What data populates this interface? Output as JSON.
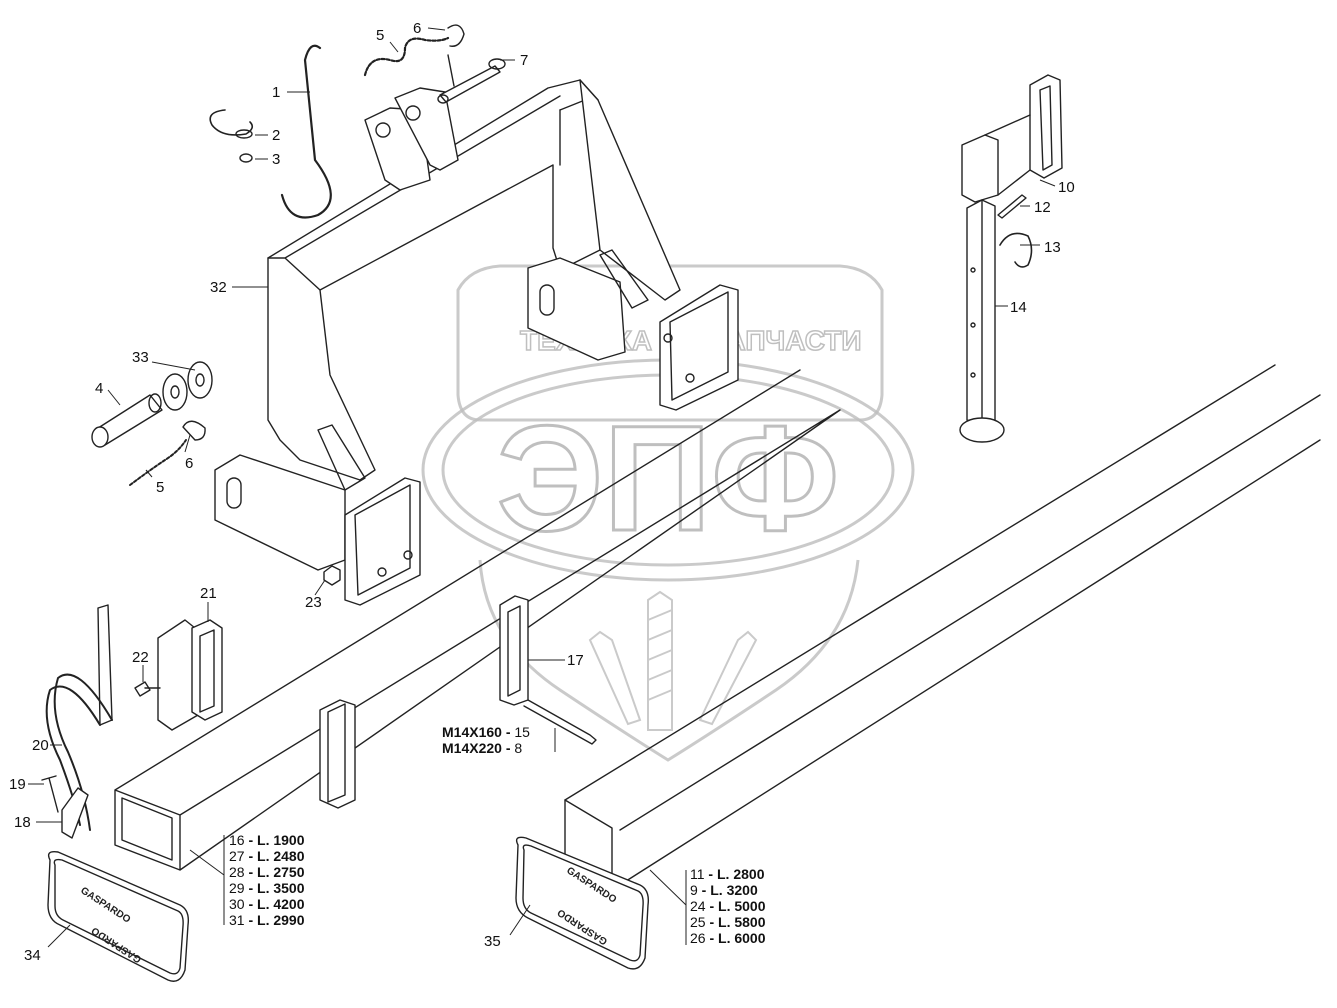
{
  "watermark": {
    "top_text_left": "ТЕХНИКА",
    "top_text_right": "ЗАПЧАСТИ",
    "big_text": "ЭПФ"
  },
  "plate_brand": "GASPARDO",
  "callouts": {
    "c1": "1",
    "c2": "2",
    "c3": "3",
    "c4": "4",
    "c5a": "5",
    "c5b": "5",
    "c6a": "6",
    "c6b": "6",
    "c7": "7",
    "c10": "10",
    "c12": "12",
    "c13": "13",
    "c14": "14",
    "c17": "17",
    "c18": "18",
    "c19": "19",
    "c20": "20",
    "c21": "21",
    "c22": "22",
    "c23": "23",
    "c32": "32",
    "c33": "33",
    "c34": "34",
    "c35": "35"
  },
  "bolt_specs": [
    {
      "size": "M14X160",
      "sep": " - ",
      "num": "15"
    },
    {
      "size": "M14X220",
      "sep": " - ",
      "num": "8"
    }
  ],
  "beam_lengths_left": [
    {
      "num": "16",
      "sep": " - ",
      "len": "L. 1900"
    },
    {
      "num": "27",
      "sep": " - ",
      "len": "L. 2480"
    },
    {
      "num": "28",
      "sep": " - ",
      "len": "L. 2750"
    },
    {
      "num": "29",
      "sep": " - ",
      "len": "L. 3500"
    },
    {
      "num": "30",
      "sep": " - ",
      "len": "L. 4200"
    },
    {
      "num": "31",
      "sep": " - ",
      "len": "L. 2990"
    }
  ],
  "beam_lengths_right": [
    {
      "num": "11",
      "sep": " - ",
      "len": "L. 2800"
    },
    {
      "num": "9",
      "sep": " - ",
      "len": "L. 3200"
    },
    {
      "num": "24",
      "sep": " - ",
      "len": "L. 5000"
    },
    {
      "num": "25",
      "sep": " - ",
      "len": "L. 5800"
    },
    {
      "num": "26",
      "sep": " - ",
      "len": "L. 6000"
    }
  ]
}
